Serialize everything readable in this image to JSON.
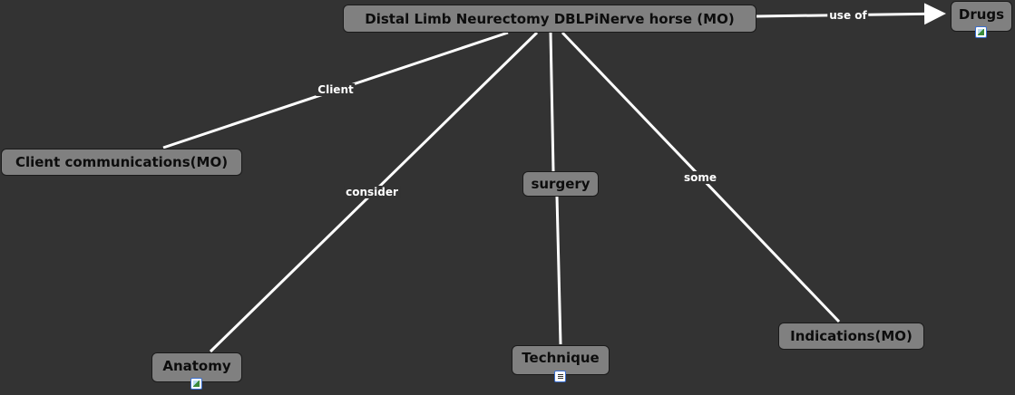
{
  "nodes": {
    "main": "Distal Limb  Neurectomy DBLPiNerve horse (MO)",
    "drugs": "Drugs",
    "client": "Client communications(MO)",
    "surgery": "surgery",
    "anatomy": "Anatomy",
    "technique": "Technique",
    "indications": "Indications(MO)"
  },
  "links": {
    "use_of": "use of",
    "client": "Client",
    "consider": "consider",
    "some": "some"
  },
  "colors": {
    "background": "#333333",
    "node": "#808080",
    "line": "#ffffff"
  }
}
